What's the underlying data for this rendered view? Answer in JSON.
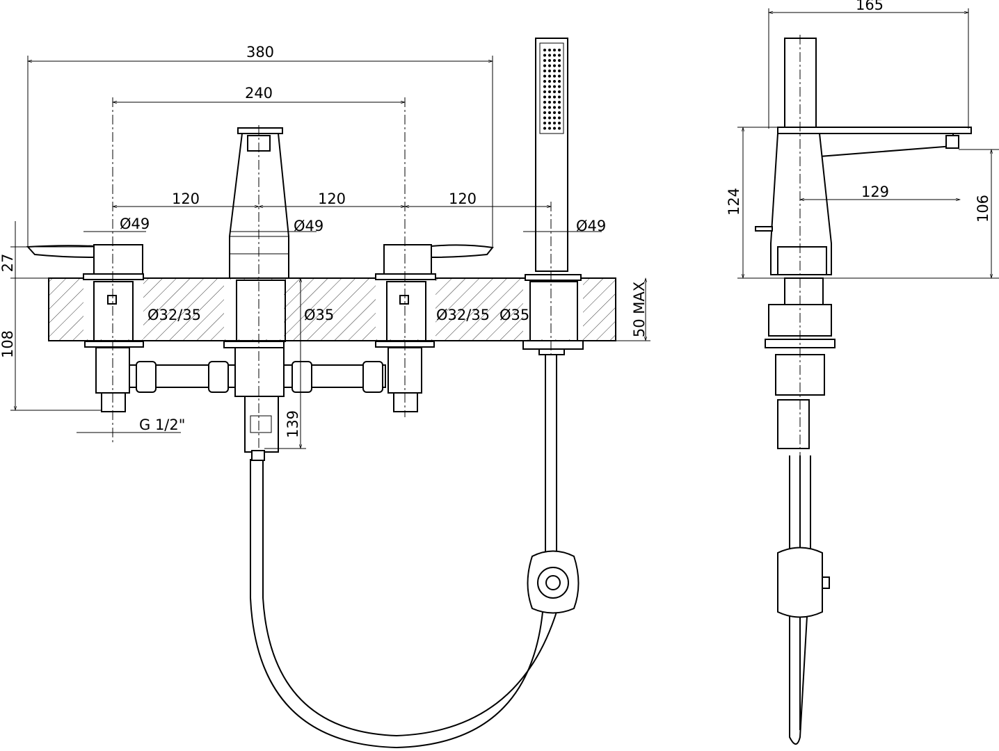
{
  "dimensions": {
    "overall_width": "380",
    "outer_valve_spacing": "240",
    "spacing_1": "120",
    "spacing_2": "120",
    "spacing_3": "120",
    "dia_left_valve": "Ø49",
    "dia_spout": "Ø49",
    "dia_shower": "Ø49",
    "handle_height": "27",
    "below_deck_depth": "108",
    "hole_left": "Ø32/35",
    "hole_spout": "Ø35",
    "hole_right": "Ø32/35",
    "hole_shower": "Ø35",
    "deck_thickness": "50 MAX",
    "connection": "G 1/2\"",
    "diverter_depth": "139",
    "side_depth": "165",
    "side_height": "124",
    "spout_reach": "129",
    "spout_height": "106"
  }
}
